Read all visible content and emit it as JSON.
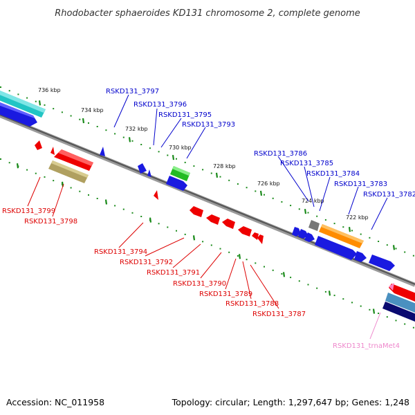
{
  "title": "Rhodobacter sphaeroides KD131 chromosome 2, complete genome",
  "footer": {
    "accession": "Accession: NC_011958",
    "summary": "Topology: circular; Length: 1,297,647 bp; Genes: 1,248"
  },
  "colors": {
    "backbone": "#777777",
    "tick": "#1a8a1a",
    "plus_label": "#0000cc",
    "minus_label": "#dd0000",
    "trna_label": "#ee88cc"
  },
  "scale_labels": [
    {
      "text": "736 kbp",
      "pos": 736
    },
    {
      "text": "734 kbp",
      "pos": 734
    },
    {
      "text": "732 kbp",
      "pos": 732
    },
    {
      "text": "730 kbp",
      "pos": 730
    },
    {
      "text": "728 kbp",
      "pos": 728
    },
    {
      "text": "726 kbp",
      "pos": 726
    },
    {
      "text": "724 kbp",
      "pos": 724
    },
    {
      "text": "722 kbp",
      "pos": 722
    }
  ],
  "plus_genes": [
    "RSKD131_3797",
    "RSKD131_3796",
    "RSKD131_3795",
    "RSKD131_3793",
    "RSKD131_3786",
    "RSKD131_3785",
    "RSKD131_3784",
    "RSKD131_3783",
    "RSKD131_3782"
  ],
  "minus_genes": [
    "RSKD131_3799",
    "RSKD131_3798",
    "RSKD131_3794",
    "RSKD131_3792",
    "RSKD131_3791",
    "RSKD131_3790",
    "RSKD131_3789",
    "RSKD131_3788",
    "RSKD131_3787"
  ],
  "trna_genes": [
    "RSKD131_trnaMet4"
  ]
}
